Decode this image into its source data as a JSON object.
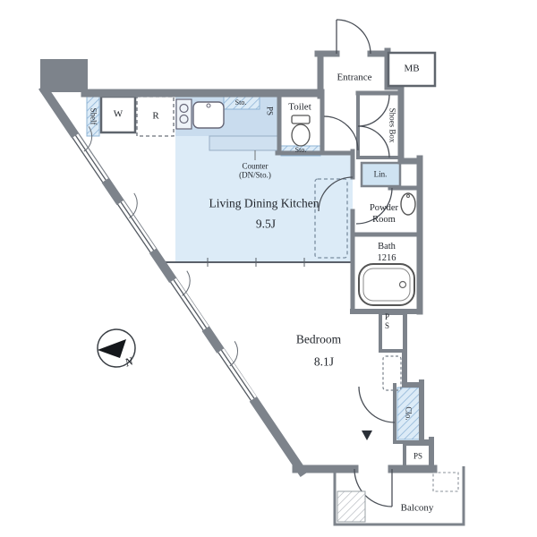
{
  "labels": {
    "mb": "MB",
    "entrance": "Entrance",
    "shoes_box": "Shoes Box",
    "toilet": "Toilet",
    "sto_kitchen": "Sto.",
    "sto_toilet": "Sto.",
    "ps_kitchen": "PS",
    "shelf": "Shelf",
    "washer": "W",
    "fridge": "R",
    "counter_line1": "Counter",
    "counter_line2": "(DN/Sto.)",
    "ldk_name": "Living Dining Kitchen",
    "ldk_size": "9.5J",
    "lin": "Lin.",
    "powder_line1": "Powder",
    "powder_line2": "Room",
    "bath_name": "Bath",
    "bath_size": "1216",
    "ps_right": "PS",
    "bedroom_name": "Bedroom",
    "bedroom_size": "8.1J",
    "clo": "Clo.",
    "ps_bottom": "PS",
    "balcony": "Balcony",
    "north": "N"
  },
  "colors": {
    "room_fill_blue": "#dcebf7",
    "counter_blue": "#c9dcee",
    "hatch_blue": "#8fb4d6",
    "wall_gray": "#7d838b"
  }
}
